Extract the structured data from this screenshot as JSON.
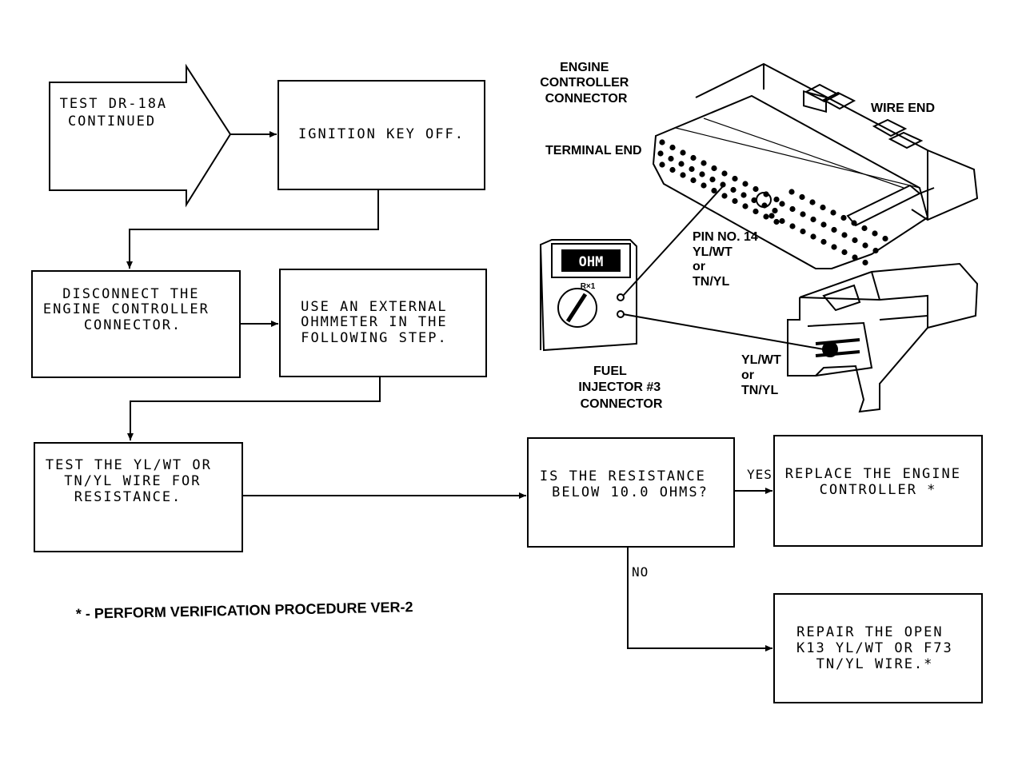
{
  "flowchart": {
    "start_arrow": {
      "lines": [
        "TEST DR-18A",
        "CONTINUED"
      ]
    },
    "box_ignition": {
      "lines": [
        "IGNITION KEY OFF."
      ]
    },
    "box_disconnect": {
      "lines": [
        "DISCONNECT THE",
        "ENGINE CONTROLLER",
        "CONNECTOR."
      ]
    },
    "box_external": {
      "lines": [
        "USE AN EXTERNAL",
        "OHMMETER IN THE",
        "FOLLOWING STEP."
      ]
    },
    "box_test_wire": {
      "lines": [
        "TEST THE YL/WT OR",
        "TN/YL WIRE FOR",
        "RESISTANCE."
      ]
    },
    "box_question": {
      "lines": [
        "IS THE RESISTANCE",
        "BELOW 10.0 OHMS?"
      ]
    },
    "box_replace": {
      "lines": [
        "REPLACE THE ENGINE",
        "CONTROLLER *"
      ]
    },
    "box_repair": {
      "lines": [
        "REPAIR THE OPEN",
        "K13 YL/WT OR F73",
        "TN/YL WIRE.*"
      ]
    },
    "yes_label": "YES",
    "no_label": "NO"
  },
  "illustration": {
    "engine_controller_connector": [
      "ENGINE",
      "CONTROLLER",
      "CONNECTOR"
    ],
    "wire_end": "WIRE END",
    "terminal_end": "TERMINAL END",
    "pin_label": [
      "PIN NO. 14",
      "YL/WT",
      "or",
      "TN/YL"
    ],
    "ohmmeter_display": "OHM",
    "ohmmeter_range": "R×1",
    "injector_wire_label": [
      "YL/WT",
      "or",
      "TN/YL"
    ],
    "fuel_injector_connector": [
      "FUEL",
      "INJECTOR #3",
      "CONNECTOR"
    ]
  },
  "footnote": "* - PERFORM VERIFICATION PROCEDURE VER-2"
}
